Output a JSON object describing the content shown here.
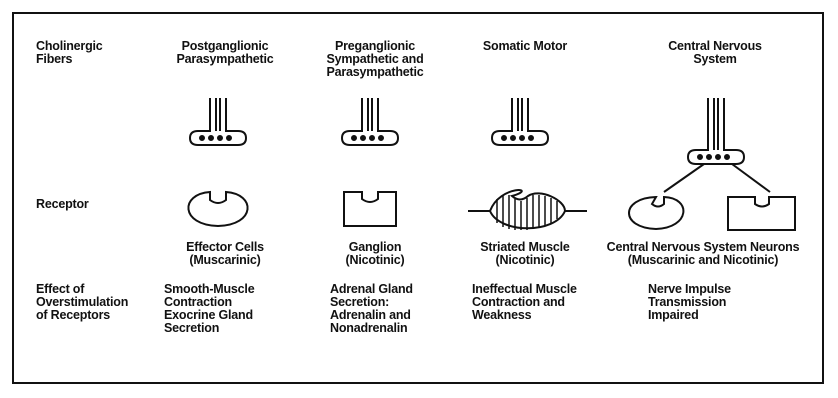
{
  "row_labels": {
    "fibers": "Cholinergic\nFibers",
    "receptor": "Receptor",
    "effect": "Effect of\nOverstimulation\nof Receptors"
  },
  "columns": [
    {
      "fiber": "Postganglionic\nParasympathetic",
      "receptor": "Effector Cells\n(Muscarinic)",
      "effect": "Smooth-Muscle\nContraction\nExocrine Gland\nSecretion"
    },
    {
      "fiber": "Preganglionic\nSympathetic and\nParasympathetic",
      "receptor": "Ganglion\n(Nicotinic)",
      "effect": "Adrenal Gland\nSecretion:\nAdrenalin and\nNonadrenalin"
    },
    {
      "fiber": "Somatic Motor",
      "receptor": "Striated Muscle\n(Nicotinic)",
      "effect": "Ineffectual Muscle\nContraction and\nWeakness"
    },
    {
      "fiber": "Central Nervous\nSystem",
      "receptor": "Central Nervous System Neurons\n(Muscarinic and Nicotinic)",
      "effect": "Nerve Impulse\nTransmission\nImpaired"
    }
  ]
}
